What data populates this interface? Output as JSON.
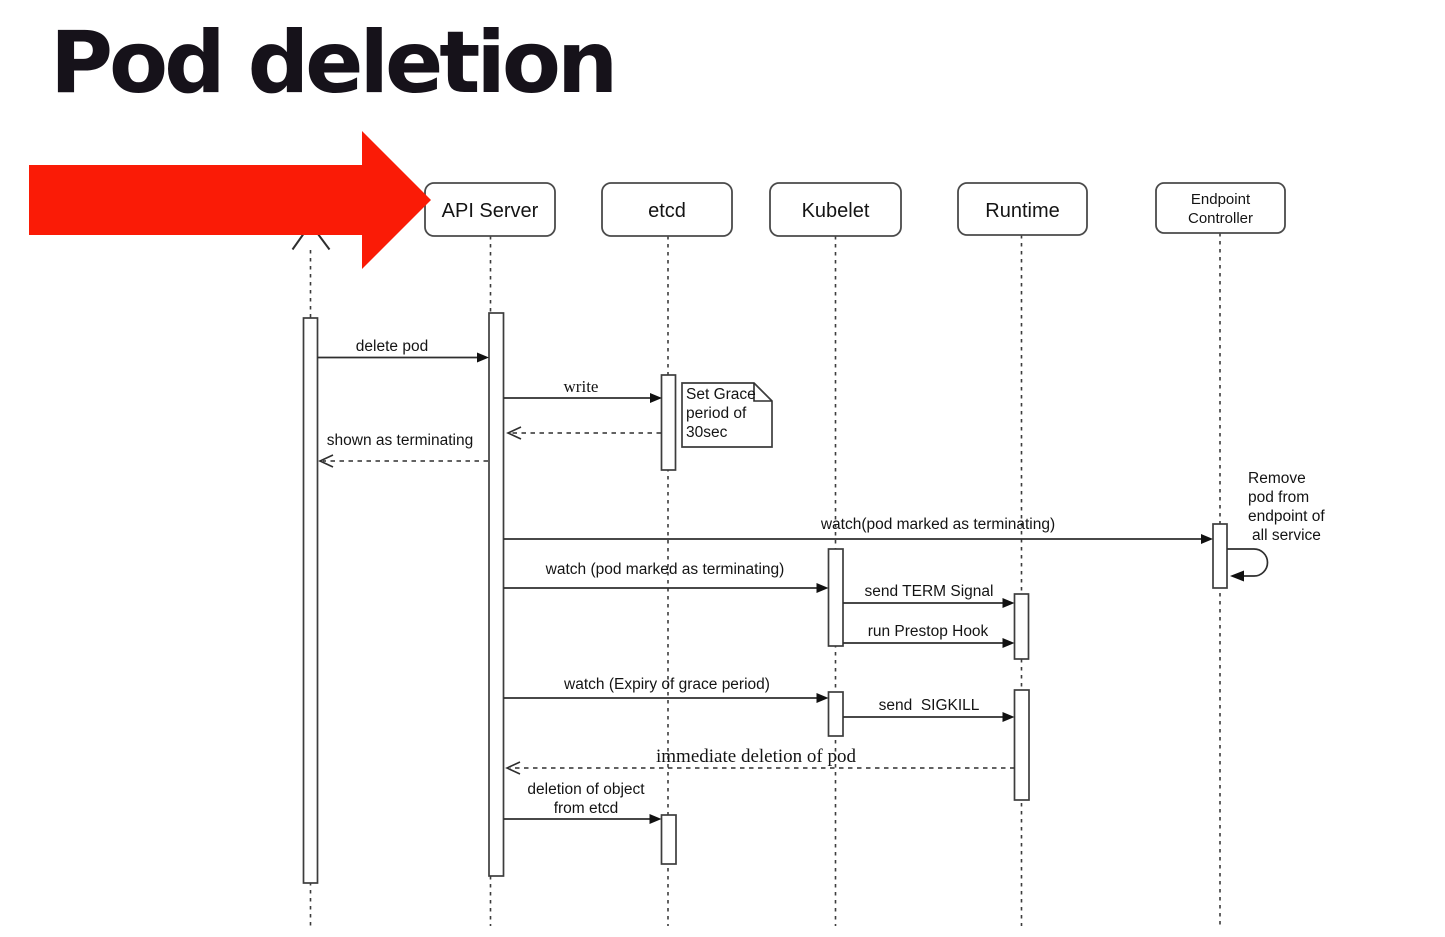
{
  "title": "Pod deletion",
  "colors": {
    "highlight_arrow": "#fa1b06",
    "ink": "#2e2e2e"
  },
  "participants": {
    "api_server": "API Server",
    "etcd": "etcd",
    "kubelet": "Kubelet",
    "runtime": "Runtime",
    "endpoint_controller": [
      "Endpoint",
      "Controller"
    ]
  },
  "messages": {
    "delete_pod": "delete pod",
    "write": "write",
    "shown_as_terminating": "shown as terminating",
    "watch_pod_terminating_endpoint": "watch(pod marked as terminating)",
    "watch_pod_terminating_kubelet": "watch (pod marked as terminating)",
    "send_term_signal": "send TERM Signal",
    "run_prestop_hook": "run Prestop Hook",
    "watch_expiry_grace": "watch (Expiry of grace period)",
    "send_sigkill": "send  SIGKILL",
    "immediate_deletion": "immediate deletion of pod",
    "deletion_of_object": [
      "deletion of object",
      "from etcd"
    ]
  },
  "notes": {
    "grace_period": [
      "Set Grace",
      "period of",
      "30sec"
    ],
    "remove_endpoint": [
      "Remove",
      "pod from",
      "endpoint of",
      "all service"
    ]
  }
}
